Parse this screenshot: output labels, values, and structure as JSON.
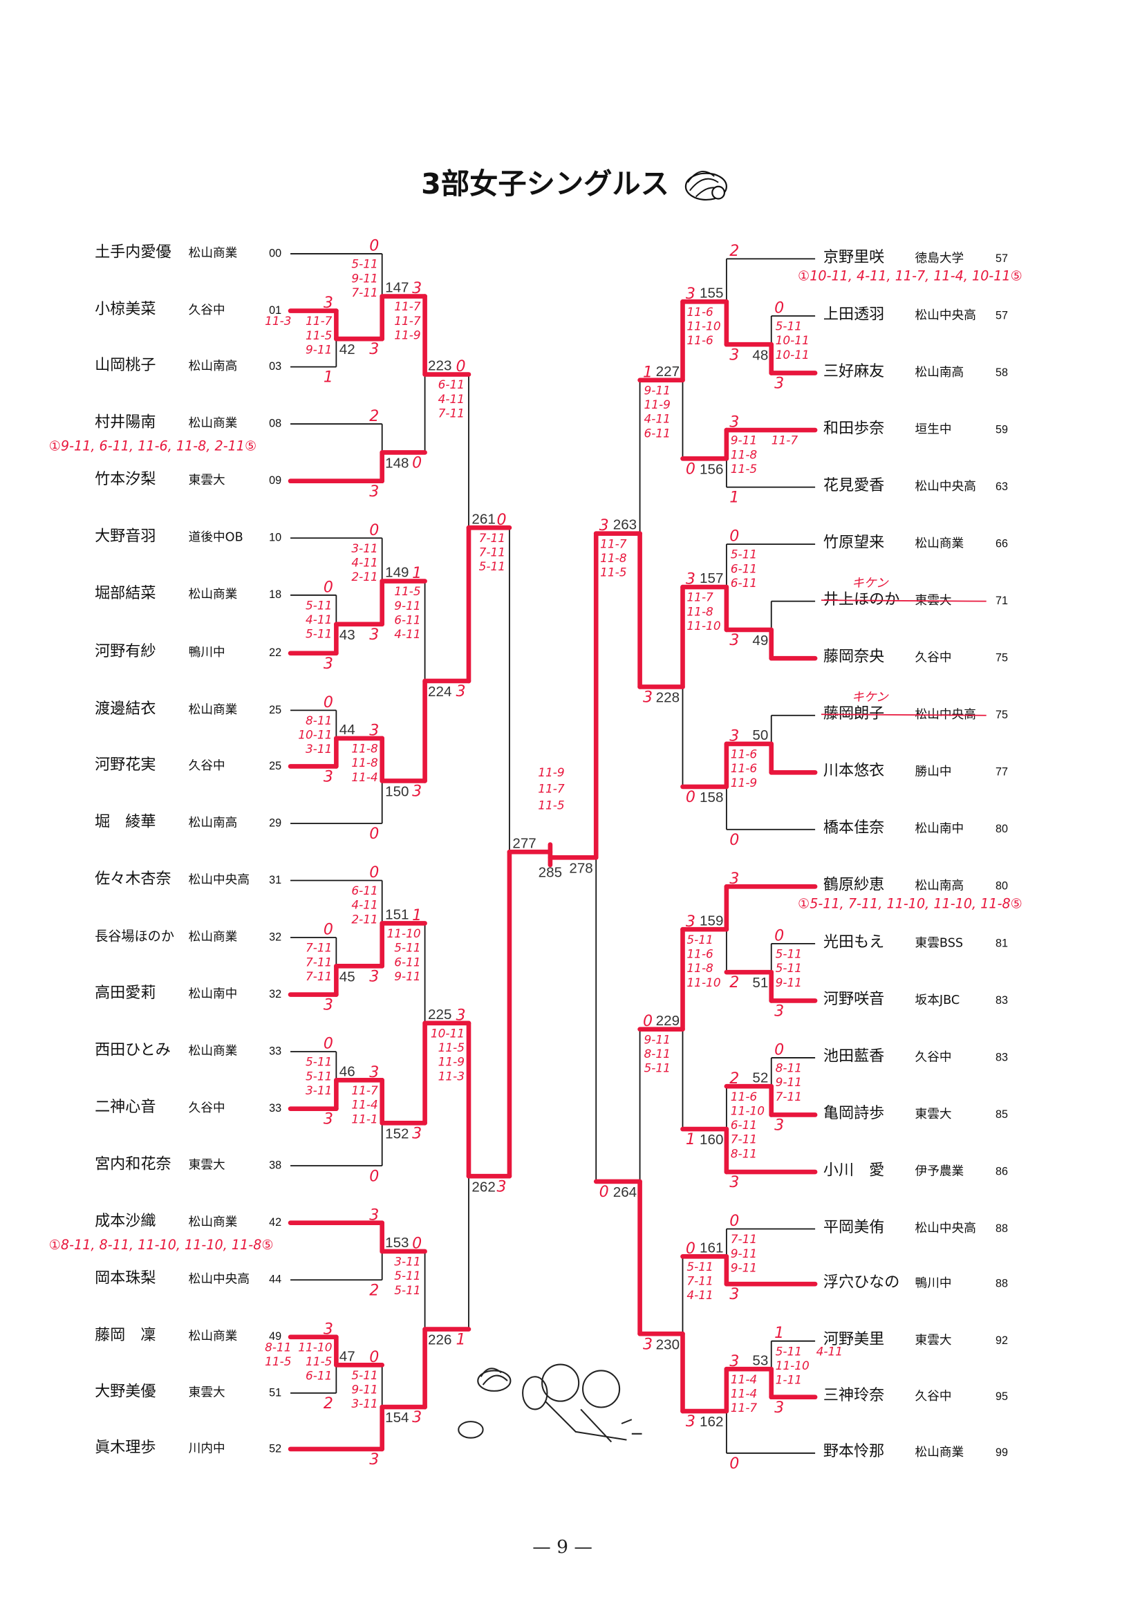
{
  "title": "3部女子シングルス",
  "page_number": "— 9 —",
  "withdrawal_note": "キケン",
  "colors": {
    "ink": "#111111",
    "marker": "#e8163c"
  },
  "left_players": [
    {
      "name": "土手内愛優",
      "school": "松山商業",
      "rank": "00"
    },
    {
      "name": "小椋美菜",
      "school": "久谷中",
      "rank": "01"
    },
    {
      "name": "山岡桃子",
      "school": "松山南高",
      "rank": "03"
    },
    {
      "name": "村井陽南",
      "school": "松山商業",
      "rank": "08"
    },
    {
      "name": "竹本汐梨",
      "school": "東雲大",
      "rank": "09"
    },
    {
      "name": "大野音羽",
      "school": "道後中OB",
      "rank": "10"
    },
    {
      "name": "堀部結菜",
      "school": "松山商業",
      "rank": "18"
    },
    {
      "name": "河野有紗",
      "school": "鴨川中",
      "rank": "22"
    },
    {
      "name": "渡邊結衣",
      "school": "松山商業",
      "rank": "25"
    },
    {
      "name": "河野花実",
      "school": "久谷中",
      "rank": "25"
    },
    {
      "name": "堀　綾華",
      "school": "松山南高",
      "rank": "29"
    },
    {
      "name": "佐々木杏奈",
      "school": "松山中央高",
      "rank": "31"
    },
    {
      "name": "長谷場ほのか",
      "school": "松山商業",
      "rank": "32"
    },
    {
      "name": "高田愛莉",
      "school": "松山南中",
      "rank": "32"
    },
    {
      "name": "西田ひとみ",
      "school": "松山商業",
      "rank": "33"
    },
    {
      "name": "二神心音",
      "school": "久谷中",
      "rank": "33"
    },
    {
      "name": "宮内和花奈",
      "school": "東雲大",
      "rank": "38"
    },
    {
      "name": "成本沙織",
      "school": "松山商業",
      "rank": "42"
    },
    {
      "name": "岡本珠梨",
      "school": "松山中央高",
      "rank": "44"
    },
    {
      "name": "藤岡　凜",
      "school": "松山商業",
      "rank": "49"
    },
    {
      "name": "大野美優",
      "school": "東雲大",
      "rank": "51"
    },
    {
      "name": "眞木理歩",
      "school": "川内中",
      "rank": "52"
    }
  ],
  "right_players": [
    {
      "name": "京野里咲",
      "school": "徳島大学",
      "rank": "57"
    },
    {
      "name": "上田透羽",
      "school": "松山中央高",
      "rank": "57"
    },
    {
      "name": "三好麻友",
      "school": "松山南高",
      "rank": "58"
    },
    {
      "name": "和田歩奈",
      "school": "垣生中",
      "rank": "59"
    },
    {
      "name": "花見愛香",
      "school": "松山中央高",
      "rank": "63"
    },
    {
      "name": "竹原望来",
      "school": "松山商業",
      "rank": "66"
    },
    {
      "name": "井上ほのか",
      "school": "東雲大",
      "rank": "71",
      "withdrawn": true
    },
    {
      "name": "藤岡奈央",
      "school": "久谷中",
      "rank": "75"
    },
    {
      "name": "藤岡朗子",
      "school": "松山中央高",
      "rank": "75",
      "withdrawn": true
    },
    {
      "name": "川本悠衣",
      "school": "勝山中",
      "rank": "77"
    },
    {
      "name": "橋本佳奈",
      "school": "松山南中",
      "rank": "80"
    },
    {
      "name": "鶴原紗恵",
      "school": "松山南高",
      "rank": "80"
    },
    {
      "name": "光田もえ",
      "school": "東雲BSS",
      "rank": "81"
    },
    {
      "name": "河野咲音",
      "school": "坂本JBC",
      "rank": "83"
    },
    {
      "name": "池田藍香",
      "school": "久谷中",
      "rank": "83"
    },
    {
      "name": "亀岡詩歩",
      "school": "東雲大",
      "rank": "85"
    },
    {
      "name": "小川　愛",
      "school": "伊予農業",
      "rank": "86"
    },
    {
      "name": "平岡美侑",
      "school": "松山中央高",
      "rank": "88"
    },
    {
      "name": "浮穴ひなの",
      "school": "鴨川中",
      "rank": "88"
    },
    {
      "name": "河野美里",
      "school": "東雲大",
      "rank": "92"
    },
    {
      "name": "三神玲奈",
      "school": "久谷中",
      "rank": "95"
    },
    {
      "name": "野本怜那",
      "school": "松山商業",
      "rank": "99"
    }
  ],
  "matches": {
    "42": {
      "label": "42",
      "winner": "a",
      "score_a": "3",
      "score_b": "1",
      "games": [
        "11-7",
        "11-5",
        "9-11",
        "11-3"
      ]
    },
    "147": {
      "label": "147",
      "winner": "b",
      "score_a": "0",
      "score_b": "3",
      "games": [
        "5-11",
        "9-11",
        "7-11"
      ]
    },
    "148": {
      "label": "148",
      "winner": "b",
      "score_a": "2",
      "score_b": "3",
      "games": [
        "①9-11, 6-11, 11-6, 11-8, 2-11⑤"
      ]
    },
    "223": {
      "label": "223",
      "winner": "a",
      "score_a": "3",
      "score_b": "0",
      "games": [
        "11-7",
        "11-7",
        "11-9"
      ]
    },
    "43": {
      "label": "43",
      "winner": "b",
      "score_a": "0",
      "score_b": "3",
      "games": [
        "5-11",
        "4-11",
        "5-11"
      ]
    },
    "149": {
      "label": "149",
      "winner": "b",
      "score_a": "0",
      "score_b": "3",
      "games": [
        "3-11",
        "4-11",
        "2-11"
      ]
    },
    "44": {
      "label": "44",
      "winner": "b",
      "score_a": "0",
      "score_b": "3",
      "games": [
        "8-11",
        "10-11",
        "3-11"
      ]
    },
    "150": {
      "label": "150",
      "winner": "a",
      "score_a": "3",
      "score_b": "0",
      "games": [
        "11-8",
        "11-8",
        "11-4"
      ]
    },
    "224": {
      "label": "224",
      "winner": "b",
      "score_a": "1",
      "score_b": "3",
      "games": [
        "11-5",
        "9-11",
        "6-11",
        "4-11"
      ]
    },
    "261": {
      "label": "261",
      "winner": "b",
      "score_a": "0",
      "score_b": "3",
      "games": [
        "6-11",
        "4-11",
        "7-11"
      ]
    },
    "45": {
      "label": "45",
      "winner": "b",
      "score_a": "0",
      "score_b": "3",
      "games": [
        "7-11",
        "7-11",
        "7-11"
      ]
    },
    "151": {
      "label": "151",
      "winner": "b",
      "score_a": "0",
      "score_b": "3",
      "games": [
        "6-11",
        "4-11",
        "2-11"
      ]
    },
    "46": {
      "label": "46",
      "winner": "b",
      "score_a": "0",
      "score_b": "3",
      "games": [
        "5-11",
        "5-11",
        "3-11"
      ]
    },
    "152": {
      "label": "152",
      "winner": "a",
      "score_a": "3",
      "score_b": "0",
      "games": [
        "11-7",
        "11-4",
        "11-1"
      ]
    },
    "225": {
      "label": "225",
      "winner": "b",
      "score_a": "1",
      "score_b": "3",
      "games": [
        "11-10",
        "5-11",
        "6-11",
        "9-11"
      ]
    },
    "153": {
      "label": "153",
      "winner": "a",
      "score_a": "3",
      "score_b": "2",
      "games": [
        "①8-11, 8-11, 11-10, 11-10, 11-8⑤"
      ]
    },
    "47": {
      "label": "47",
      "winner": "a",
      "score_a": "3",
      "score_b": "2",
      "games": [
        "11-10",
        "11-5",
        "6-11",
        "8-11",
        "11-5"
      ]
    },
    "154": {
      "label": "154",
      "winner": "b",
      "score_a": "0",
      "score_b": "3",
      "games": [
        "5-11",
        "9-11",
        "3-11"
      ]
    },
    "226": {
      "label": "226",
      "winner": "b",
      "score_a": "0",
      "score_b": "3",
      "games": [
        "3-11",
        "5-11",
        "5-11"
      ]
    },
    "262": {
      "label": "262",
      "winner": "a",
      "score_a": "3",
      "score_b": "1",
      "games": [
        "10-11",
        "11-5",
        "11-9",
        "11-3"
      ]
    },
    "277": {
      "label": "277",
      "winner": "b",
      "score_a": "0",
      "score_b": "3",
      "games": [
        "7-11",
        "7-11",
        "5-11"
      ]
    },
    "285": {
      "label": "285",
      "winner": "a",
      "score_a": "",
      "score_b": "",
      "games": [
        "11-9",
        "11-7",
        "11-5"
      ]
    },
    "48": {
      "label": "48",
      "winner": "b",
      "score_a": "0",
      "score_b": "3",
      "games": [
        "5-11",
        "10-11",
        "10-11"
      ]
    },
    "155": {
      "label": "155",
      "winner": "b",
      "score_a": "2",
      "score_b": "3",
      "games": [
        "①10-11, 4-11, 11-7, 11-4, 10-11⑤"
      ]
    },
    "156": {
      "label": "156",
      "winner": "a",
      "score_a": "3",
      "score_b": "1",
      "games": [
        "9-11",
        "11-8",
        "11-5",
        "11-7"
      ]
    },
    "227": {
      "label": "227",
      "winner": "a",
      "score_a": "3",
      "score_b": "0",
      "games": [
        "11-6",
        "11-10",
        "11-6"
      ]
    },
    "49": {
      "label": "49",
      "winner": "b",
      "score_a": "",
      "score_b": "",
      "games": []
    },
    "157": {
      "label": "157",
      "winner": "b",
      "score_a": "0",
      "score_b": "3",
      "games": [
        "5-11",
        "6-11",
        "6-11"
      ]
    },
    "50": {
      "label": "50",
      "winner": "b",
      "score_a": "",
      "score_b": "",
      "games": []
    },
    "158": {
      "label": "158",
      "winner": "a",
      "score_a": "3",
      "score_b": "0",
      "games": [
        "11-6",
        "11-6",
        "11-9"
      ]
    },
    "228": {
      "label": "228",
      "winner": "a",
      "score_a": "3",
      "score_b": "0",
      "games": [
        "11-7",
        "11-8",
        "11-10"
      ]
    },
    "263": {
      "label": "263",
      "winner": "b",
      "score_a": "1",
      "score_b": "3",
      "games": [
        "9-11",
        "11-9",
        "4-11",
        "6-11"
      ]
    },
    "51": {
      "label": "51",
      "winner": "b",
      "score_a": "0",
      "score_b": "3",
      "games": [
        "5-11",
        "5-11",
        "9-11"
      ]
    },
    "159": {
      "label": "159",
      "winner": "a",
      "score_a": "3",
      "score_b": "2",
      "games": [
        "①5-11, 7-11, 11-10, 11-10, 11-8⑤"
      ]
    },
    "52": {
      "label": "52",
      "winner": "b",
      "score_a": "0",
      "score_b": "3",
      "games": [
        "8-11",
        "9-11",
        "7-11"
      ]
    },
    "160": {
      "label": "160",
      "winner": "b",
      "score_a": "2",
      "score_b": "3",
      "games": [
        "11-6",
        "11-10",
        "6-11",
        "7-11",
        "8-11"
      ]
    },
    "229": {
      "label": "229",
      "winner": "a",
      "score_a": "3",
      "score_b": "1",
      "games": [
        "5-11",
        "11-6",
        "11-8",
        "11-10"
      ]
    },
    "161": {
      "label": "161",
      "winner": "b",
      "score_a": "0",
      "score_b": "3",
      "games": [
        "7-11",
        "9-11",
        "9-11"
      ]
    },
    "53": {
      "label": "53",
      "winner": "b",
      "score_a": "1",
      "score_b": "3",
      "games": [
        "5-11",
        "11-10",
        "1-11",
        "4-11"
      ]
    },
    "162": {
      "label": "162",
      "winner": "a",
      "score_a": "3",
      "score_b": "0",
      "games": [
        "11-4",
        "11-4",
        "11-7"
      ]
    },
    "230": {
      "label": "230",
      "winner": "b",
      "score_a": "0",
      "score_b": "3",
      "games": [
        "5-11",
        "7-11",
        "4-11"
      ]
    },
    "264": {
      "label": "264",
      "winner": "b",
      "score_a": "0",
      "score_b": "3",
      "games": [
        "9-11",
        "8-11",
        "5-11"
      ]
    },
    "278": {
      "label": "278",
      "winner": "a",
      "score_a": "3",
      "score_b": "0",
      "games": [
        "11-7",
        "11-8",
        "11-5"
      ]
    }
  }
}
